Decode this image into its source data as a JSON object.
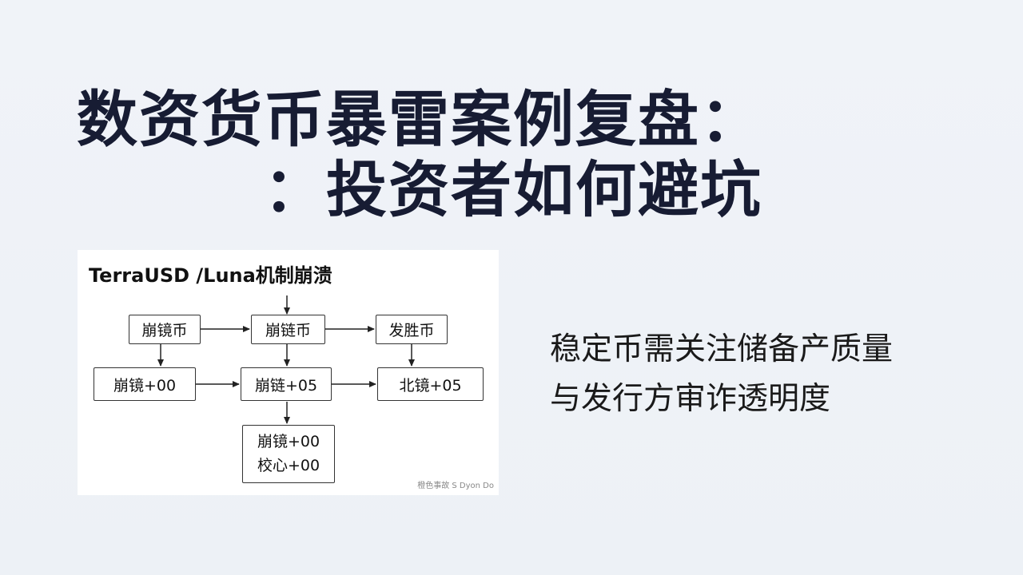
{
  "slide": {
    "title_line_1": "数资货币暴雷案例复盘：",
    "title_line_2": "：投资者如何避坑",
    "caption_line_1": "稳定币需关注储备产质量",
    "caption_line_2": "与发行方审诈透明度"
  },
  "diagram": {
    "title": "TerraUSD /Luna机制崩溃",
    "nodes": {
      "top_left": "崩镜币",
      "top_center": "崩链币",
      "top_right": "发胜币",
      "mid_left": "崩镜+00",
      "mid_center": "崩链+05",
      "mid_right": "北镜+05",
      "bottom_line_1": "崩镜+00",
      "bottom_line_2": "校心+00"
    },
    "watermark": "橙色事故 S Dyon Do"
  }
}
